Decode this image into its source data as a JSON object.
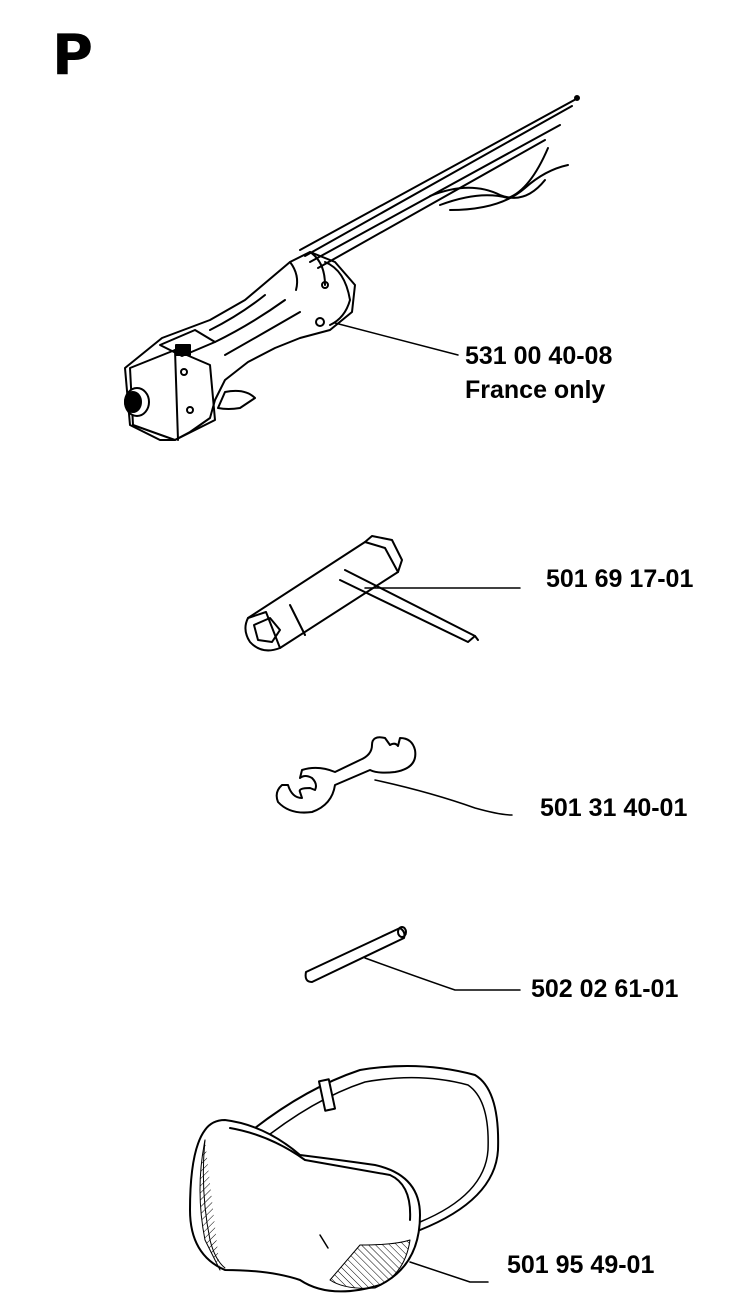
{
  "page_letter": "P",
  "parts": [
    {
      "name": "Handle with throttle cables",
      "part_number": "531 00 40-08",
      "note": "France only",
      "icon": "handle-assembly-icon"
    },
    {
      "name": "Combination spark plug wrench",
      "part_number": "501 69 17-01",
      "icon": "spark-plug-wrench-icon"
    },
    {
      "name": "Open-end wrench",
      "part_number": "501 31 40-01",
      "icon": "open-end-wrench-icon"
    },
    {
      "name": "Pin",
      "part_number": "502 02 61-01",
      "icon": "pin-icon"
    },
    {
      "name": "Protective goggles",
      "part_number": "501 95 49-01",
      "icon": "goggles-icon"
    }
  ],
  "colors": {
    "ink": "#000000",
    "background": "#ffffff"
  }
}
